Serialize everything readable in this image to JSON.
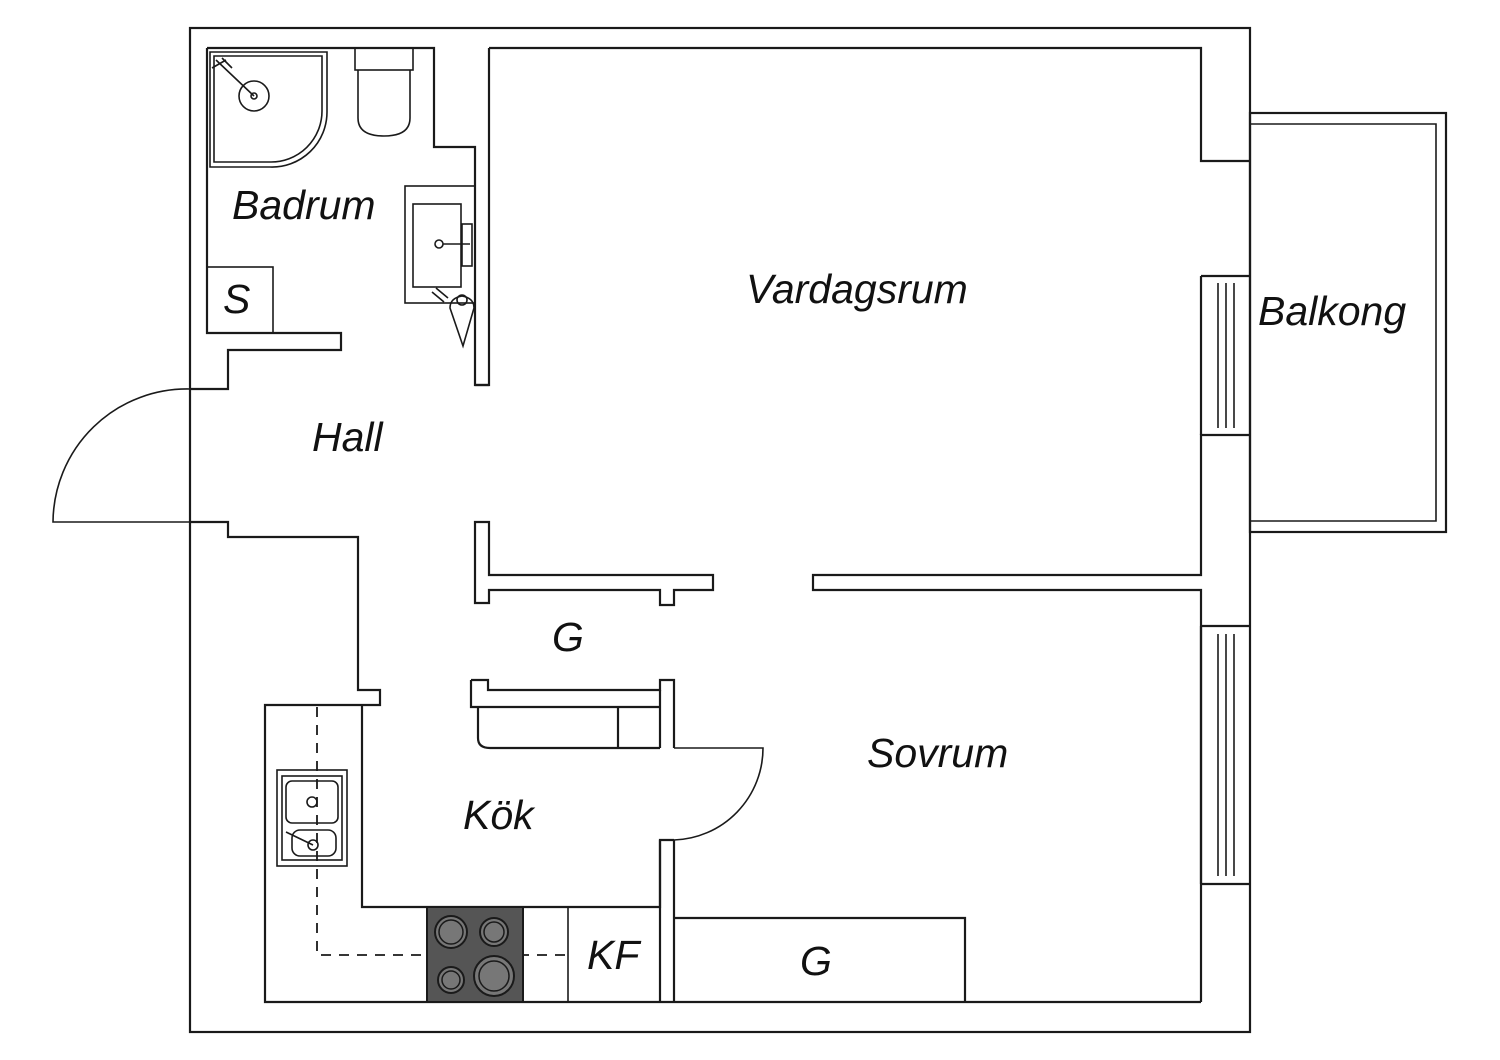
{
  "rooms": {
    "badrum": "Badrum",
    "vardagsrum": "Vardagsrum",
    "balkong": "Balkong",
    "hall": "Hall",
    "garderob_hall": "G",
    "sovrum": "Sovrum",
    "kok": "Kök",
    "kyl_frys": "KF",
    "garderob_sovrum": "G",
    "stadskap": "S"
  },
  "colors": {
    "line": "#1a1a1a",
    "stove_top": "#555555",
    "background": "#ffffff"
  }
}
